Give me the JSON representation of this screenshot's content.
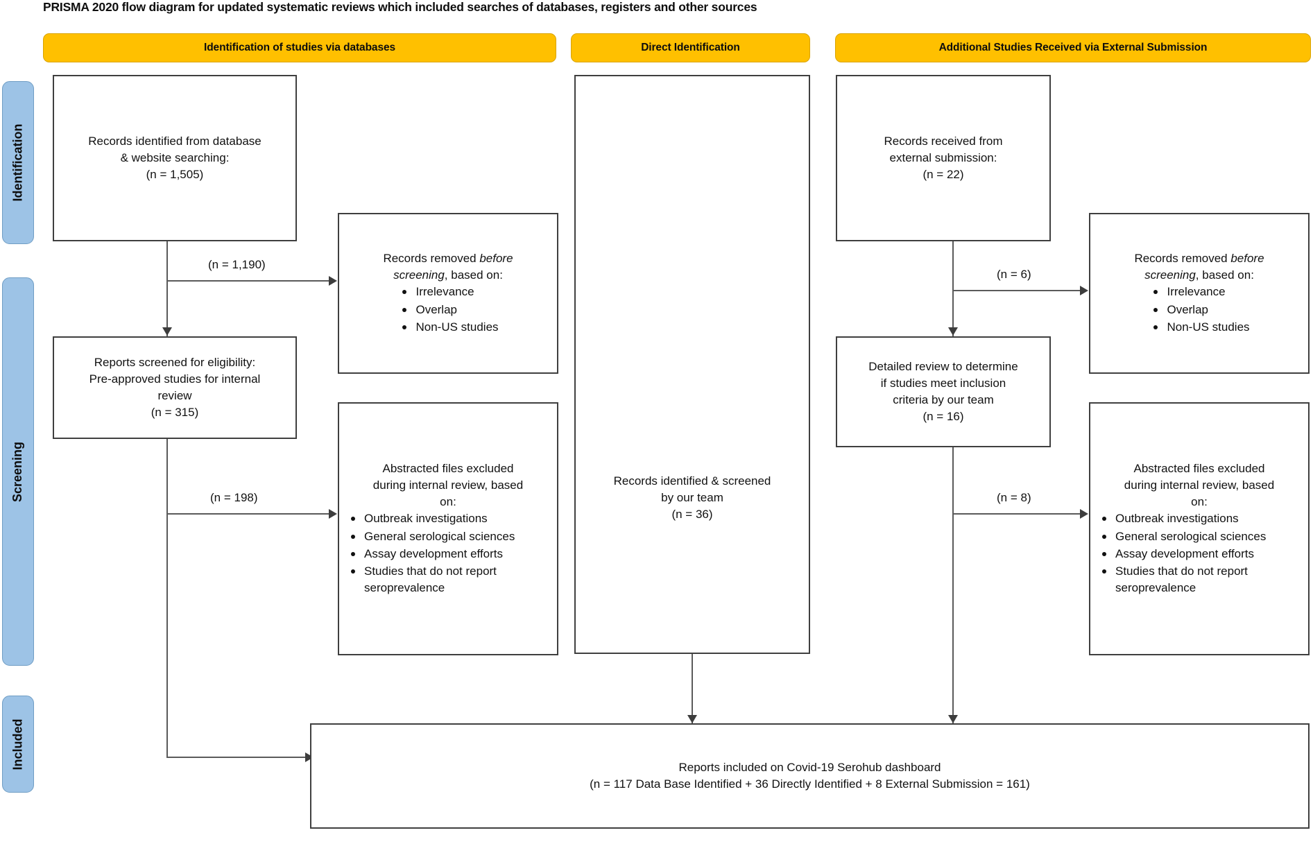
{
  "title": "PRISMA 2020 flow diagram for updated systematic reviews which included searches of databases, registers and other sources",
  "headers": {
    "col1": "Identification of studies via databases",
    "col2": "Direct Identification",
    "col3": "Additional Studies Received via External Submission"
  },
  "stages": {
    "identification": "Identification",
    "screening": "Screening",
    "included": "Included"
  },
  "colors": {
    "header_fill": "#FFC000",
    "stage_fill": "#9DC3E6",
    "box_border": "#3F3F3F",
    "connector": "#5A5A5A"
  },
  "boxes": {
    "db_records": {
      "line1": "Records identified from database",
      "line2": "& website searching:",
      "line3": "(n = 1,505)"
    },
    "db_removed": {
      "line1": "Records removed",
      "em": "before",
      "line2_em": "screening",
      "line2_rest": ", based on:",
      "bullets": [
        "Irrelevance",
        "Overlap",
        "Non-US studies"
      ]
    },
    "db_screened": {
      "line1": "Reports screened for eligibility:",
      "line2": "Pre-approved studies for internal",
      "line3": "review",
      "line4": "(n = 315)"
    },
    "db_excluded": {
      "line1": "Abstracted files excluded",
      "line2": "during internal review, based",
      "line3": "on:",
      "bullets": [
        "Outbreak investigations",
        "General serological sciences",
        "Assay development efforts",
        "Studies that do not report seroprevalence"
      ]
    },
    "direct": {
      "line1": "Records identified & screened",
      "line2": "by our team",
      "line3": "(n = 36)"
    },
    "ext_records": {
      "line1": "Records received from",
      "line2": "external submission:",
      "line3": "(n = 22)"
    },
    "ext_removed": {
      "line1": "Records removed",
      "em": "before",
      "line2_em": "screening",
      "line2_rest": ", based on:",
      "bullets": [
        "Irrelevance",
        "Overlap",
        "Non-US studies"
      ]
    },
    "ext_detail": {
      "line1": "Detailed review to determine",
      "line2": "if studies meet inclusion",
      "line3": "criteria by our team",
      "line4": "(n = 16)"
    },
    "ext_excluded": {
      "line1": "Abstracted files excluded",
      "line2": "during internal review, based",
      "line3": "on:",
      "bullets": [
        "Outbreak investigations",
        "General serological sciences",
        "Assay development efforts",
        "Studies that do not report seroprevalence"
      ]
    },
    "included": {
      "line1": "Reports included on Covid-19 Serohub dashboard",
      "line2": "(n = 117 Data Base Identified + 36 Directly Identified + 8 External Submission = 161)"
    }
  },
  "flow_labels": {
    "db_removed_n": "(n = 1,190)",
    "db_excluded_n": "(n = 198)",
    "ext_removed_n": "(n = 6)",
    "ext_excluded_n": "(n = 8)"
  }
}
